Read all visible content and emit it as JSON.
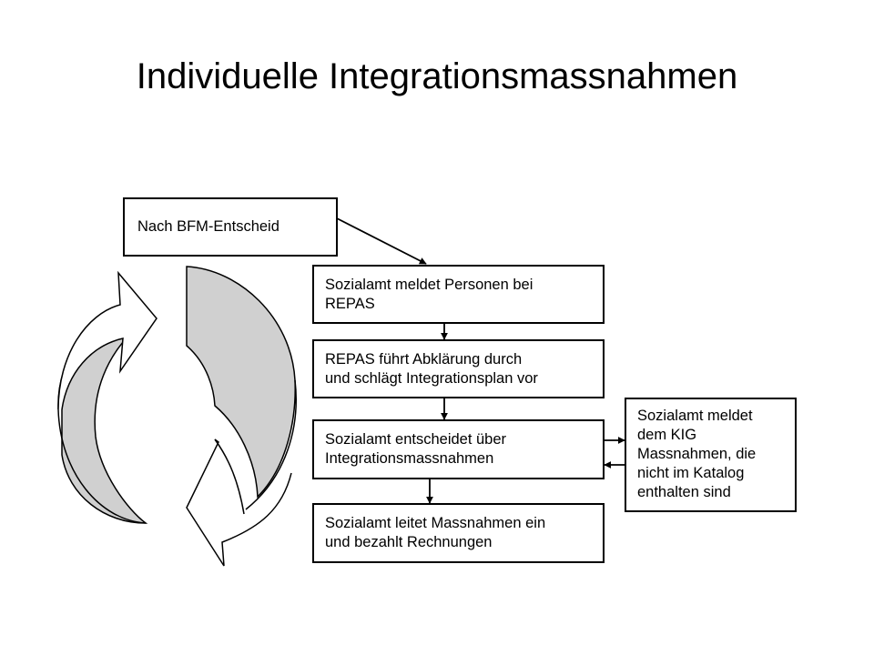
{
  "slide": {
    "title": "Individuelle Integrationsmassnahmen"
  },
  "flow": {
    "step_bfm": "Nach BFM-Entscheid",
    "step_meldet_repas": "Sozialamt meldet Personen bei\nREPAS",
    "step_abklaerung": "REPAS führt Abklärung durch\nund schlägt Integrationsplan vor",
    "step_entscheidet": "Sozialamt entscheidet über\nIntegrationsmassnahmen",
    "step_leitet_ein": "Sozialamt leitet Massnahmen ein\nund bezahlt Rechnungen",
    "side_kig": "Sozialamt meldet\ndem KIG\nMassnahmen, die\nnicht im Katalog\nenthalten sind"
  },
  "colors": {
    "arrow_fill": "#d0d0d0",
    "stroke": "#000000"
  },
  "icons": {
    "cycle": "circular-arrows-icon"
  }
}
